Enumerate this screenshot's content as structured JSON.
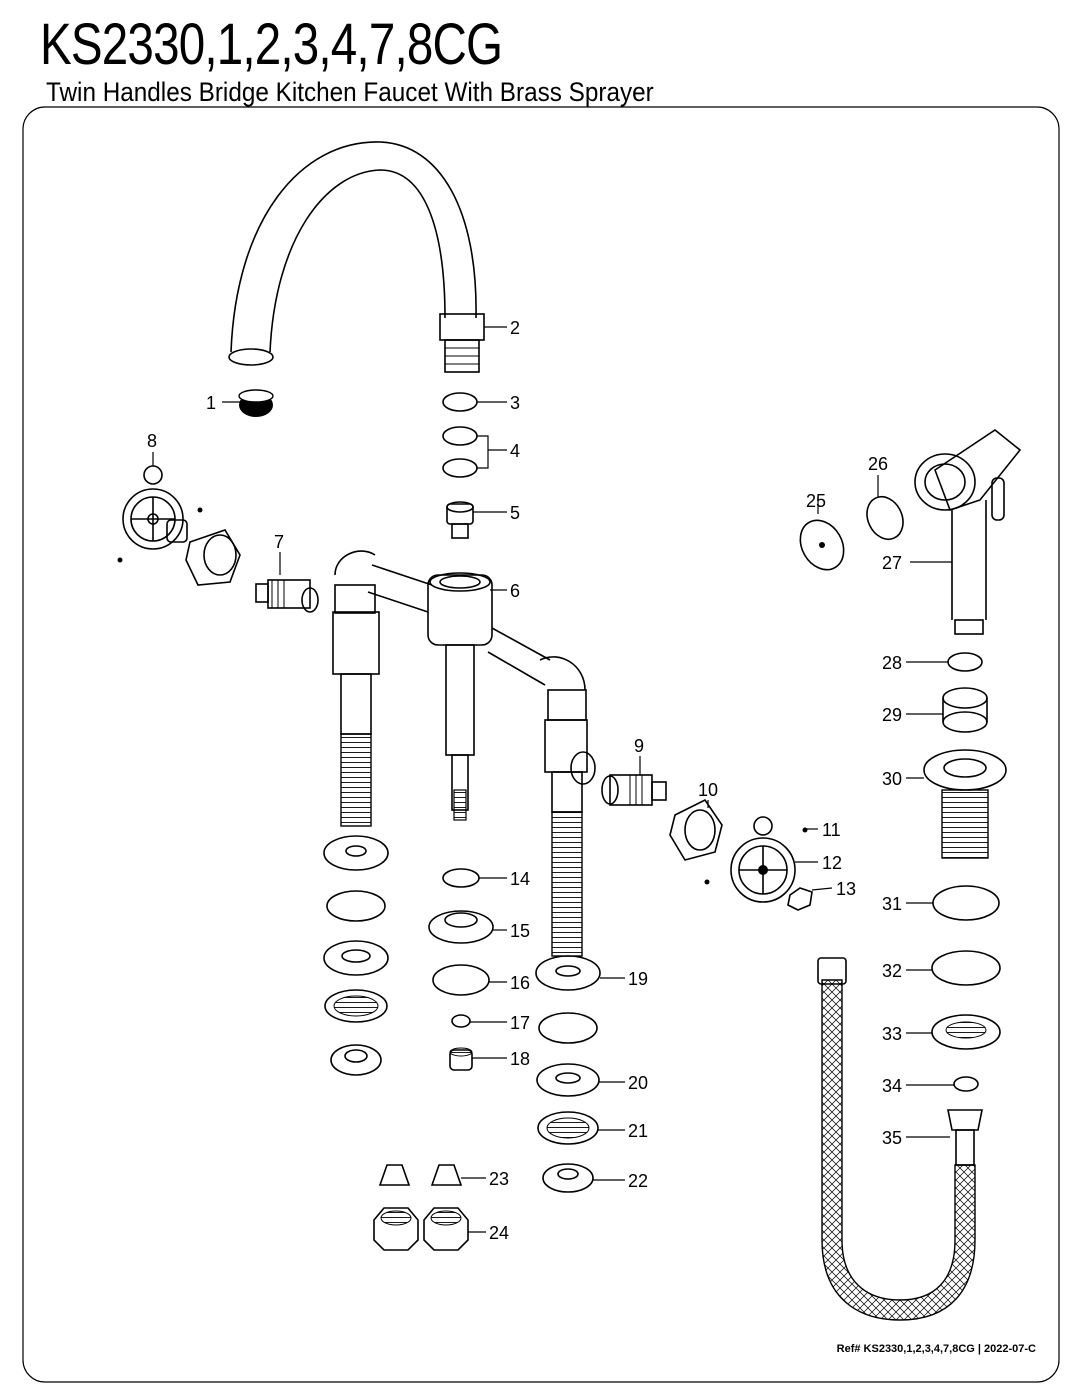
{
  "header": {
    "model": "KS2330,1,2,3,4,7,8CG",
    "description": "Twin Handles Bridge Kitchen Faucet With Brass Sprayer"
  },
  "footer": {
    "reference": "Ref# KS2330,1,2,3,4,7,8CG | 2022-07-C"
  },
  "callouts": [
    "1",
    "2",
    "3",
    "4",
    "5",
    "6",
    "7",
    "8",
    "9",
    "10",
    "11",
    "12",
    "13",
    "14",
    "15",
    "16",
    "17",
    "18",
    "19",
    "20",
    "21",
    "22",
    "23",
    "24",
    "25",
    "26",
    "27",
    "28",
    "29",
    "30",
    "31",
    "32",
    "33",
    "34",
    "35"
  ]
}
